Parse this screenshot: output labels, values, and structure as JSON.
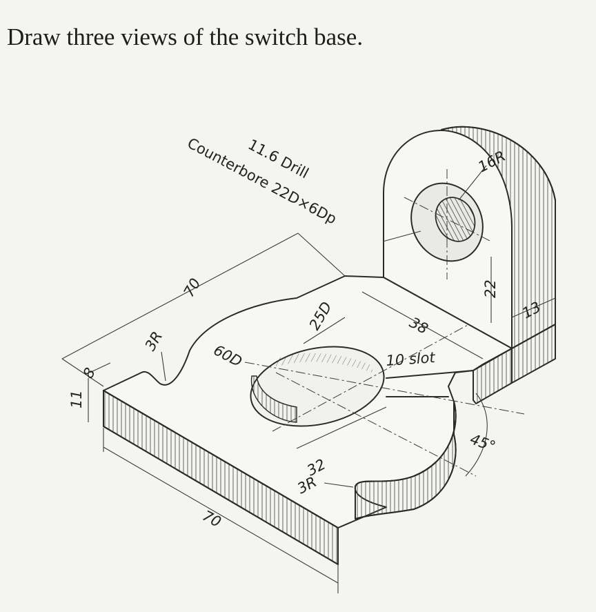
{
  "prompt": "Draw three views of the switch base.",
  "annotations": {
    "drill": "11.6 Drill",
    "counterbore": "Counterbore 22D×6Dp",
    "boss_radius": "16R",
    "dim_22": "22",
    "dim_13": "13",
    "dim_70_top": "70",
    "dim_25d": "25D",
    "dim_38": "38",
    "dim_3r_top": "3R",
    "dim_60d": "60D",
    "dim_8": "8",
    "dim_11": "11",
    "slot": "10 slot",
    "angle": "45°",
    "dim_32": "32",
    "dim_3r_bottom": "3R",
    "dim_70_bottom": "70"
  }
}
